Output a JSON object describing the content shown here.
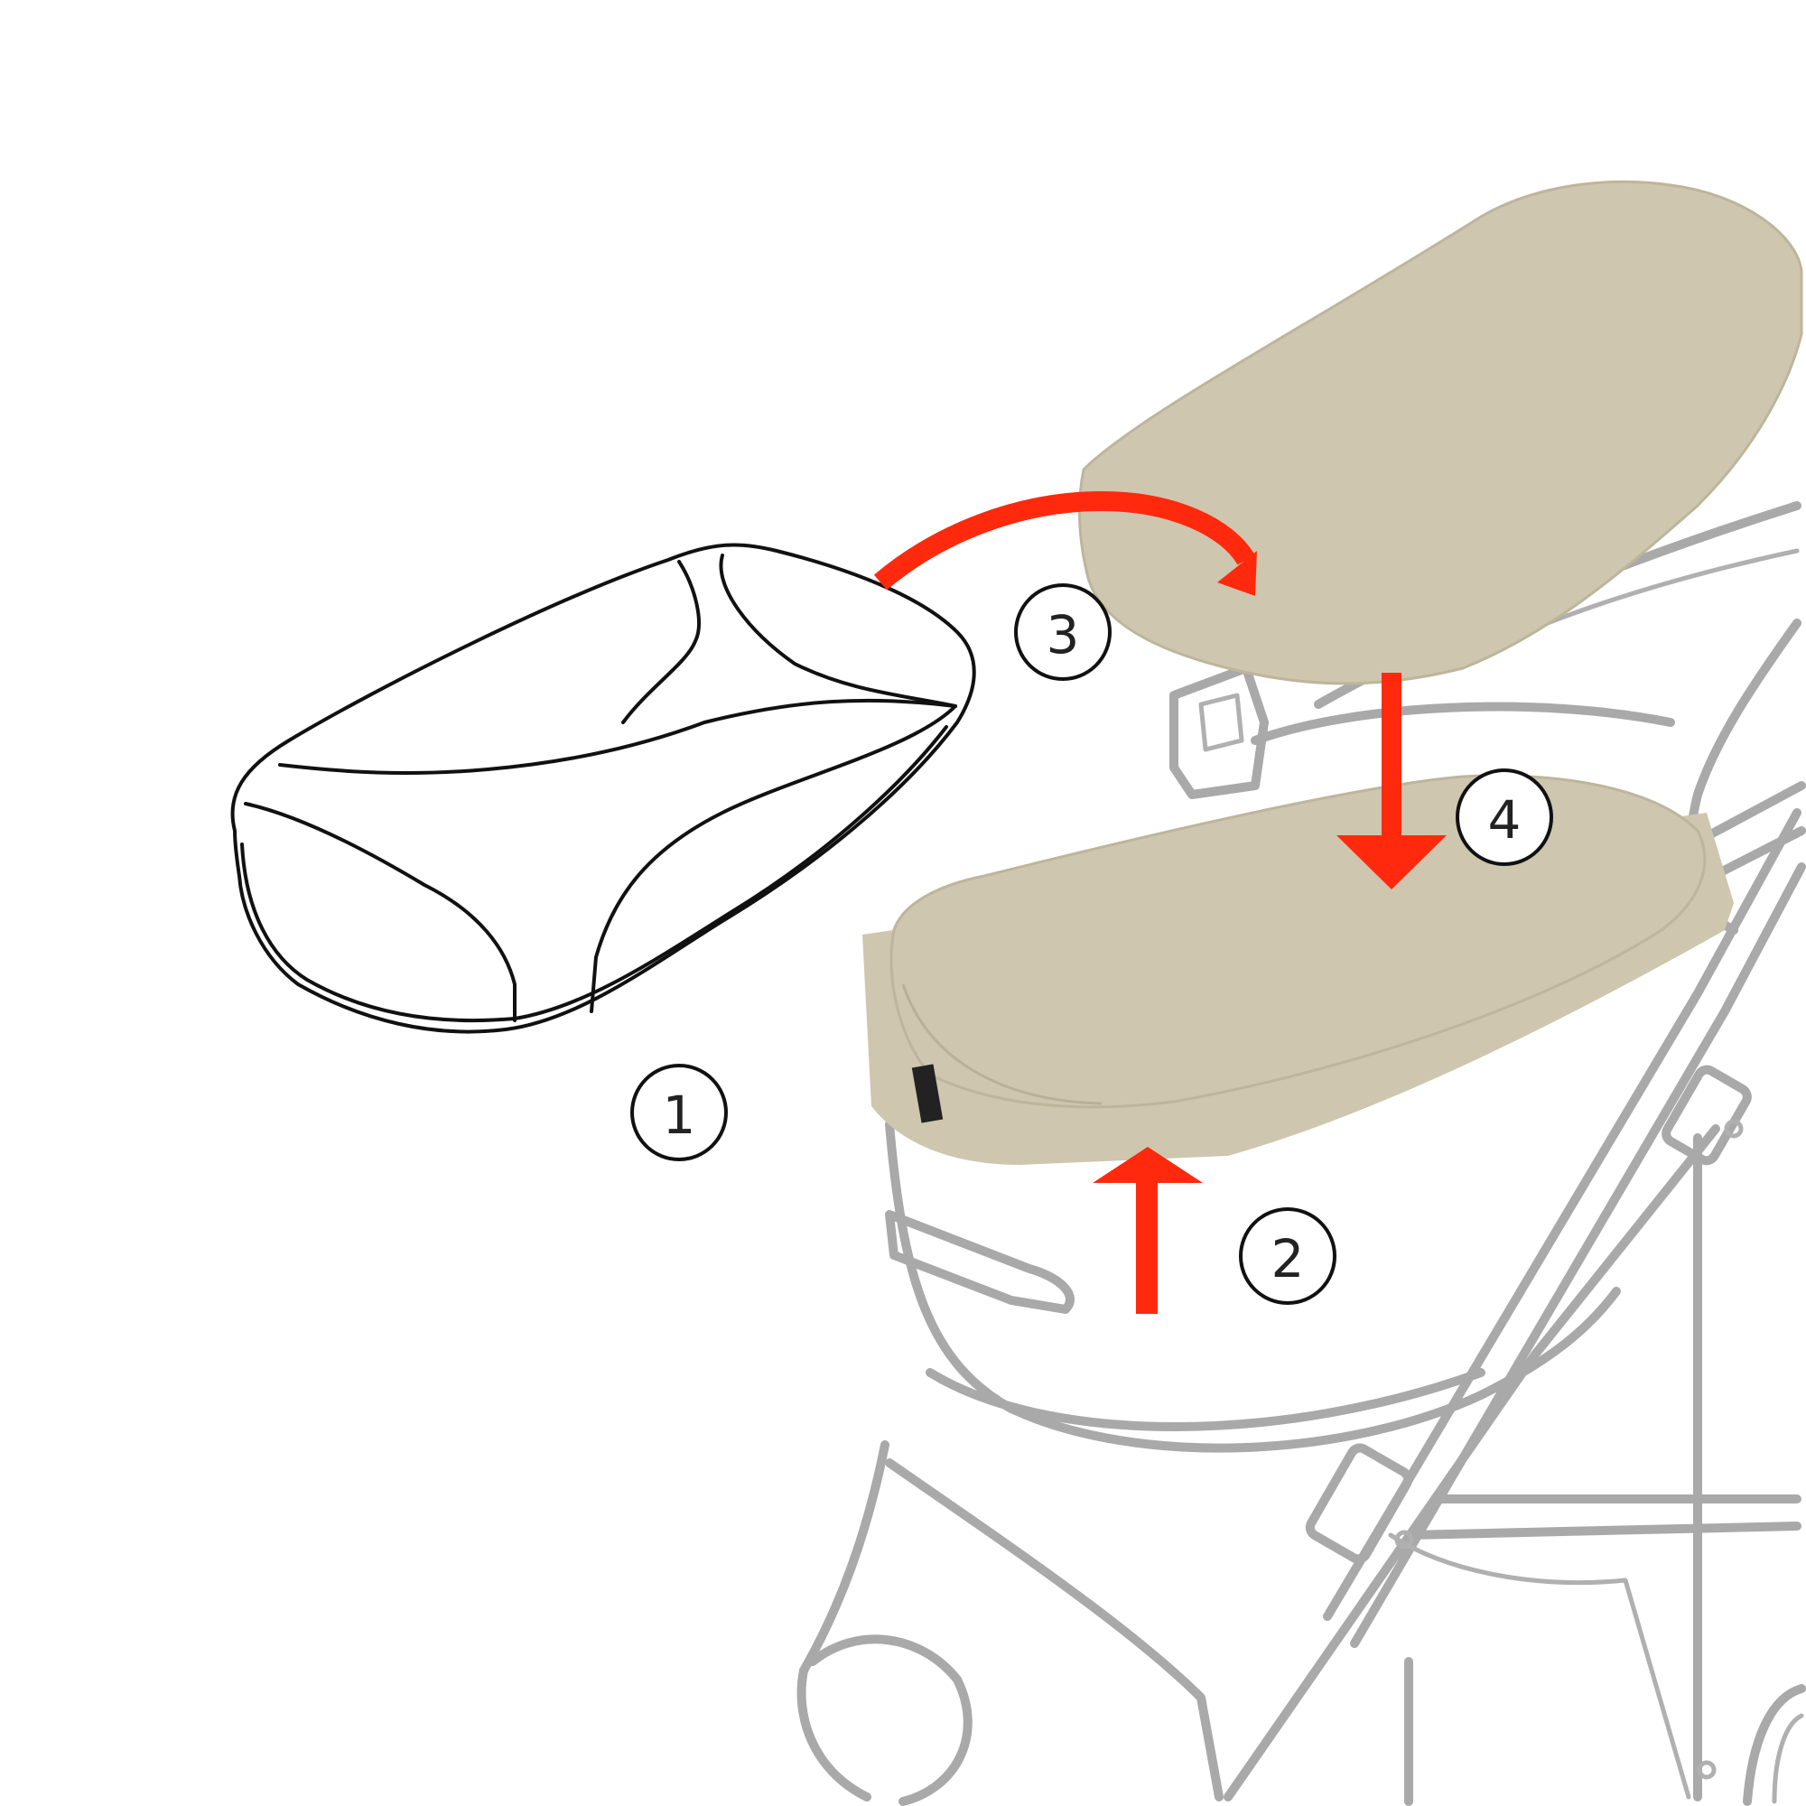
{
  "colors": {
    "arrow": "#ff2a0e",
    "mattress": "#cec6ae",
    "outline": "#111111",
    "frame": "#a9a9a9"
  },
  "steps": [
    {
      "label": "1"
    },
    {
      "label": "2"
    },
    {
      "label": "3"
    },
    {
      "label": "4"
    }
  ]
}
